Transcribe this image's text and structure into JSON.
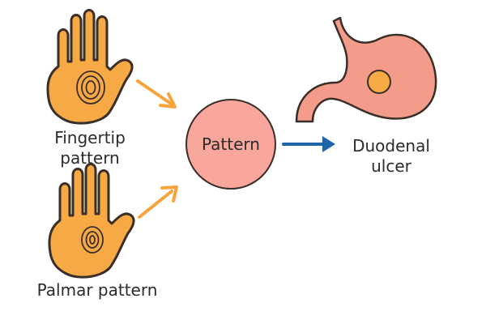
{
  "labels": {
    "fingertip_line1": "Fingertip",
    "fingertip_line2": "pattern",
    "palmar": "Palmar pattern",
    "center": "Pattern",
    "outcome_line1": "Duodenal",
    "outcome_line2": "ulcer"
  },
  "colors": {
    "hand_fill": "#F7A945",
    "hand_stroke": "#3A2E28",
    "center_fill": "#F9A79C",
    "orange_arrow": "#F7A53A",
    "blue_arrow": "#1E64A8",
    "stomach_fill": "#F39C8A",
    "ulcer_fill": "#F7A945"
  },
  "icons": [
    "hand-icon",
    "fingerprint-icon",
    "stomach-icon",
    "ulcer-icon",
    "arrow-icon"
  ]
}
